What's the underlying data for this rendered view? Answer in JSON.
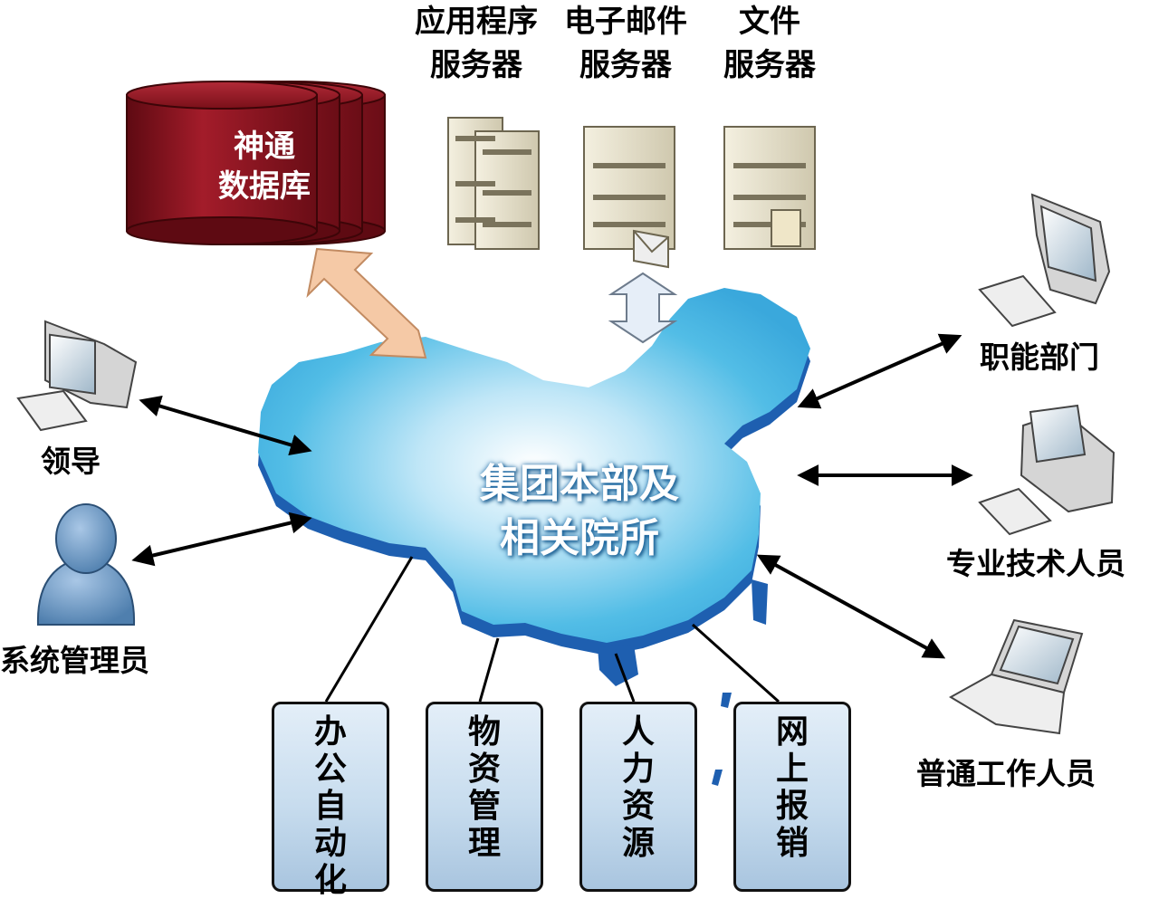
{
  "servers": {
    "application": [
      "应用程序",
      "服务器"
    ],
    "email": [
      "电子邮件",
      "服务器"
    ],
    "file": [
      "文件",
      "服务器"
    ]
  },
  "database": [
    "神通",
    "数据库"
  ],
  "center": [
    "集团本部及",
    "相关院所"
  ],
  "left_nodes": {
    "leader": "领导",
    "sysadmin": "系统管理员"
  },
  "right_nodes": {
    "functional_dept": "职能部门",
    "tech_staff": "专业技术人员",
    "general_staff": "普通工作人员"
  },
  "modules": [
    "办公自动化",
    "物资管理",
    "人力资源",
    "网上报销"
  ],
  "colors": {
    "database": "#8a1420",
    "map": "#3fb2e0",
    "map_edge": "#1e5fb0",
    "module_fill": "#c7dcee",
    "arrow": "#000000",
    "db_arrow": "#f5c9a6",
    "server_arrow": "#e6eef8"
  },
  "icons": [
    "server-tower-icon",
    "email-server-icon",
    "file-server-icon",
    "desktop-computer-icon",
    "user-person-icon",
    "laptop-icon",
    "database-cylinder-icon"
  ]
}
